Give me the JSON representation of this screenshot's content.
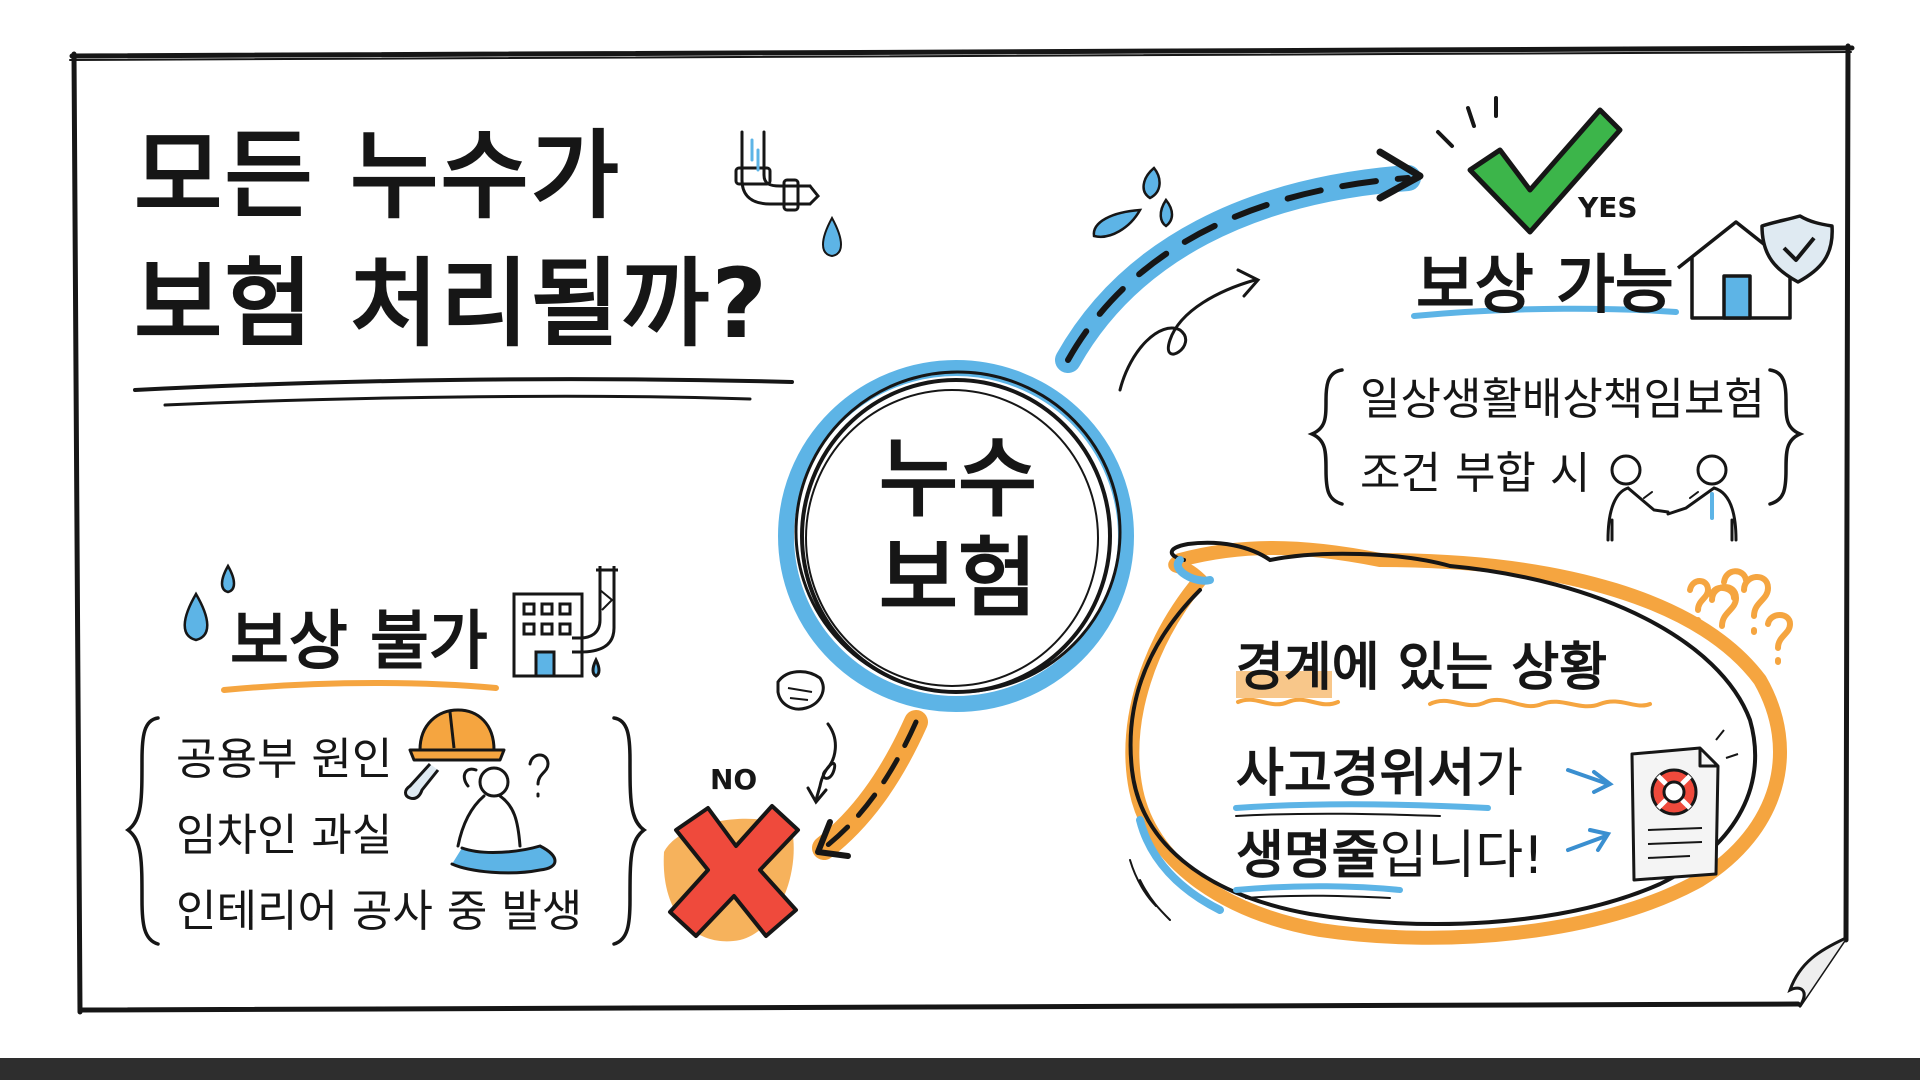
{
  "title": {
    "line1": "모든 누수가",
    "line2": "보험 처리될까?"
  },
  "center": {
    "line1": "누수",
    "line2": "보험"
  },
  "yes_branch": {
    "tag": "YES",
    "heading": "보상 가능",
    "items": [
      "일상생활배상책임보험",
      "조건 부합 시"
    ]
  },
  "no_branch": {
    "tag": "NO",
    "heading": "보상 불가",
    "items": [
      "공용부 원인",
      "임차인 과실",
      "인테리어 공사 중 발생"
    ]
  },
  "bubble": {
    "line1_highlight": "경계",
    "line1_rest": "에 있는 상황",
    "line2_highlight": "사고경위서",
    "line2_rest": "가",
    "line3_highlight": "생명줄",
    "line3_rest": "입니다!"
  },
  "icons": [
    "leaking-pipe-icon",
    "water-drop-icon",
    "check-mark-icon",
    "house-shield-icon",
    "handshake-icon",
    "building-pipe-icon",
    "hard-hat-wrench-icon",
    "confused-person-icon",
    "red-x-icon",
    "document-lifebuoy-icon",
    "question-marks-icon"
  ],
  "colors": {
    "blue": "#5db4e6",
    "orange": "#f5a540",
    "green": "#3cb54a",
    "red": "#ef4a3c",
    "ink": "#161616"
  }
}
